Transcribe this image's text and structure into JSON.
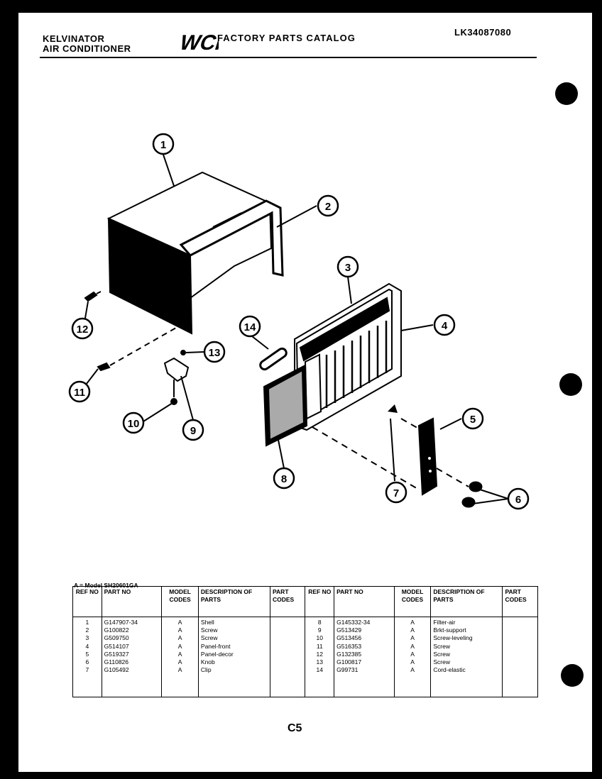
{
  "header": {
    "brand_line1": "KELVINATOR",
    "brand_line2": "AIR CONDITIONER",
    "catalog_title": "FACTORY PARTS CATALOG",
    "logo_text": "WCI",
    "catalog_code": "LK34087080"
  },
  "callouts": [
    "1",
    "2",
    "3",
    "4",
    "5",
    "6",
    "7",
    "8",
    "9",
    "10",
    "11",
    "12",
    "13",
    "14"
  ],
  "table": {
    "model_note": "A = Model SH20601GA",
    "headers": {
      "ref_no": "REF NO",
      "part_no": "PART NO",
      "model_codes": "MODEL CODES",
      "description": "DESCRIPTION OF PARTS",
      "part_codes": "PART CODES"
    },
    "left_rows": [
      {
        "ref": "1",
        "part": "G147907-34",
        "model": "A",
        "desc": "Shell"
      },
      {
        "ref": "2",
        "part": "G100822",
        "model": "A",
        "desc": "Screw"
      },
      {
        "ref": "3",
        "part": "G509750",
        "model": "A",
        "desc": "Screw"
      },
      {
        "ref": "4",
        "part": "G514107",
        "model": "A",
        "desc": "Panel-front"
      },
      {
        "ref": "5",
        "part": "G519327",
        "model": "A",
        "desc": "Panel-decor"
      },
      {
        "ref": "6",
        "part": "G110826",
        "model": "A",
        "desc": "Knob"
      },
      {
        "ref": "7",
        "part": "G105492",
        "model": "A",
        "desc": "Clip"
      }
    ],
    "right_rows": [
      {
        "ref": "8",
        "part": "G145332-34",
        "model": "A",
        "desc": "Filter-air"
      },
      {
        "ref": "9",
        "part": "G513429",
        "model": "A",
        "desc": "Brkt-support"
      },
      {
        "ref": "10",
        "part": "G513456",
        "model": "A",
        "desc": "Screw-leveling"
      },
      {
        "ref": "11",
        "part": "G516353",
        "model": "A",
        "desc": "Screw"
      },
      {
        "ref": "12",
        "part": "G132385",
        "model": "A",
        "desc": "Screw"
      },
      {
        "ref": "13",
        "part": "G100817",
        "model": "A",
        "desc": "Screw"
      },
      {
        "ref": "14",
        "part": "G99731",
        "model": "A",
        "desc": "Cord-elastic"
      }
    ]
  },
  "page_number": "C5"
}
